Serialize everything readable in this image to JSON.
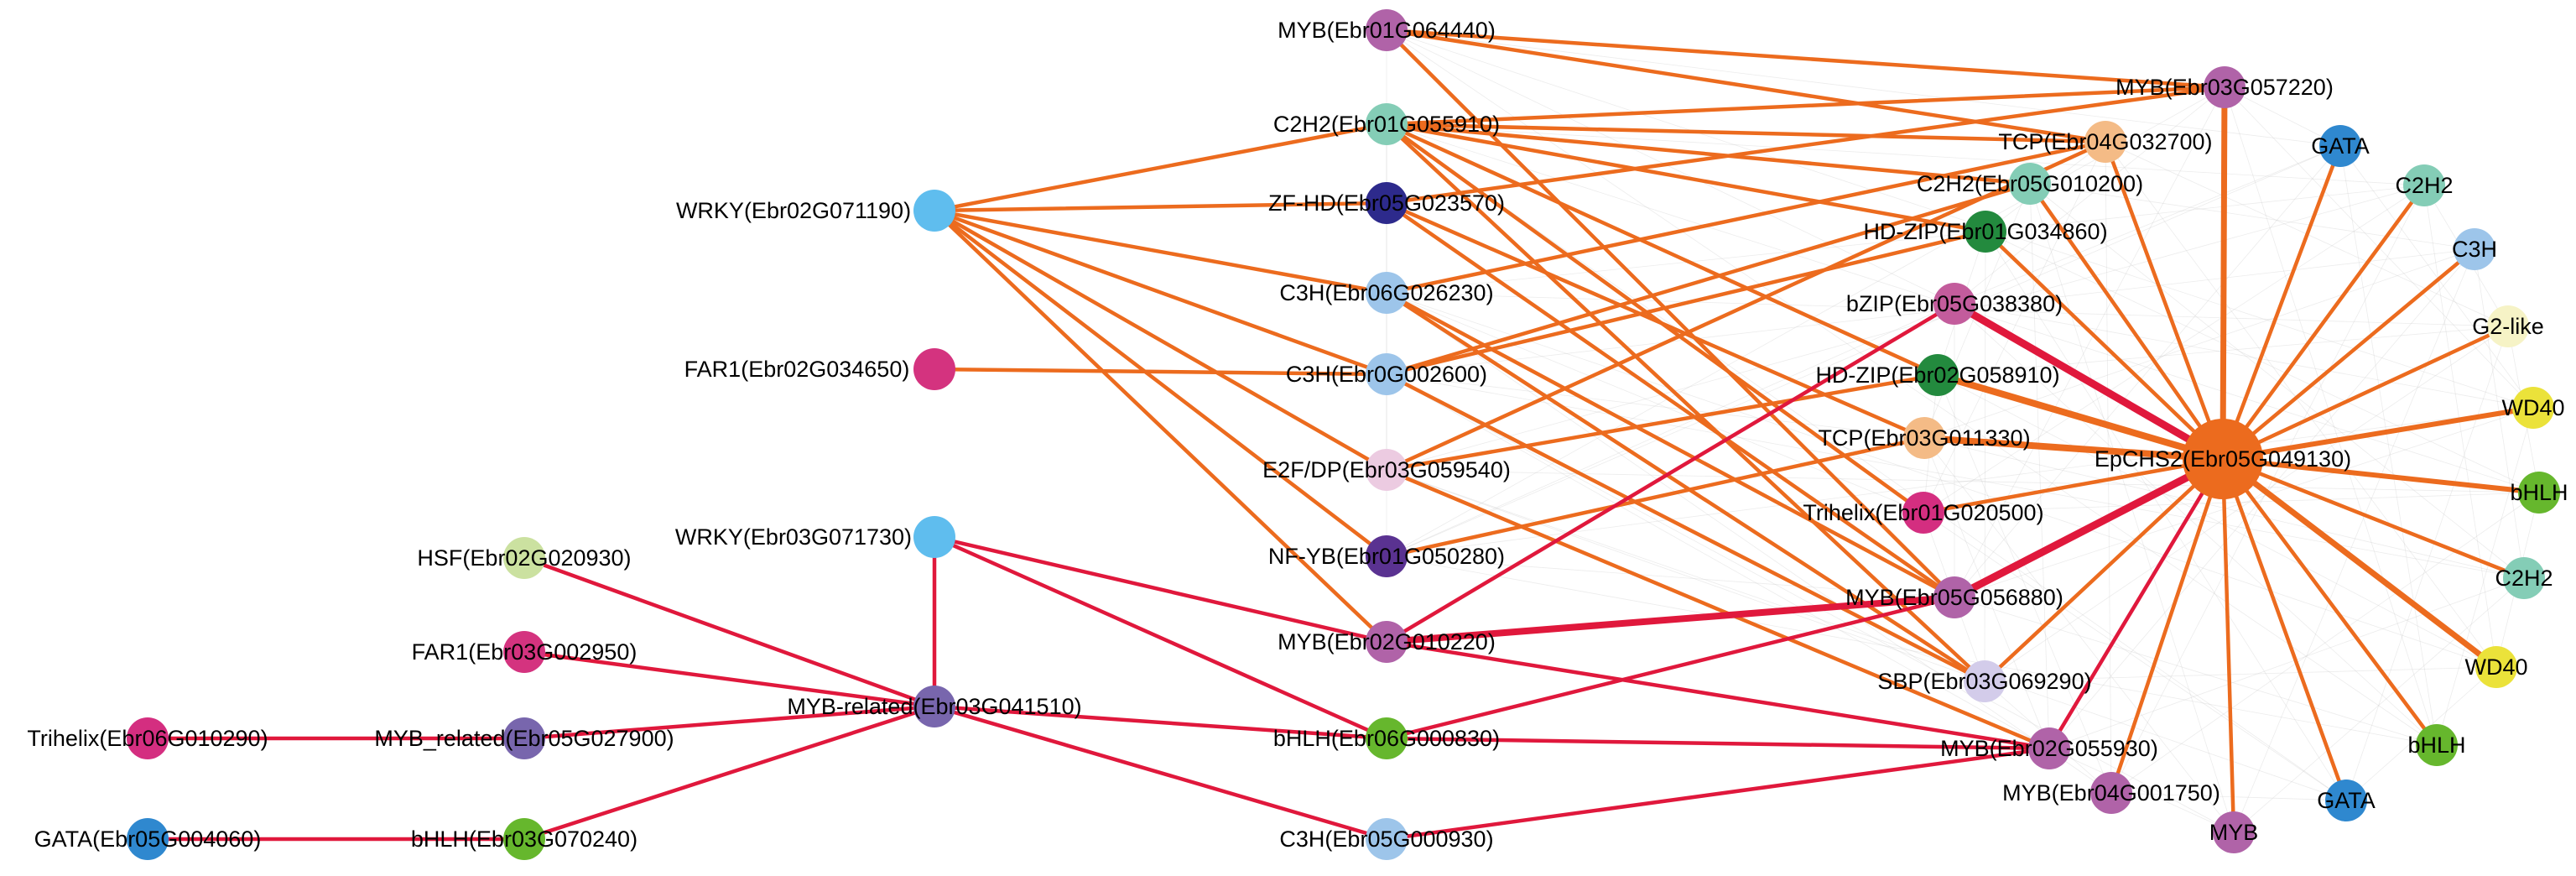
{
  "colors": {
    "edge_orange": "#ec6b1e",
    "edge_red": "#e0183c",
    "edge_faint": "#c9c9c9",
    "MYB": "#b063a8",
    "C2H2": "#84cdb6",
    "WRKY": "#5fbdee",
    "ZF-HD": "#2d2a8c",
    "C3H": "#9dc5ea",
    "FAR1": "#d4337f",
    "E2F/DP": "#eccbe1",
    "NF-YB": "#5a3291",
    "TCP": "#f4bb86",
    "GATA": "#2f88cf",
    "HD-ZIP": "#238a3e",
    "bZIP": "#c35c9c",
    "G2-like": "#f6f3c6",
    "WD40": "#ebe23a",
    "bHLH": "#66b72d",
    "EpCHS2": "#ec6b1e",
    "Trihelix": "#d42e80",
    "SBP": "#d3ccea",
    "HSF": "#cbe1a0",
    "MYB_related": "#7866ad",
    "MYB-related": "#7866ad"
  },
  "nodes": [
    {
      "id": "myb064440",
      "label": "MYB(Ebr01G064440)",
      "family": "MYB"
    },
    {
      "id": "c2h2055910",
      "label": "C2H2(Ebr01G055910)",
      "family": "C2H2"
    },
    {
      "id": "wrky071190",
      "label": "WRKY(Ebr02G071190)",
      "family": "WRKY"
    },
    {
      "id": "zfhd023570",
      "label": "ZF-HD(Ebr05G023570)",
      "family": "ZF-HD"
    },
    {
      "id": "c3h026230",
      "label": "C3H(Ebr06G026230)",
      "family": "C3H"
    },
    {
      "id": "far1034650",
      "label": "FAR1(Ebr02G034650)",
      "family": "FAR1"
    },
    {
      "id": "c3h002600",
      "label": "C3H(Ebr0G002600)",
      "family": "C3H"
    },
    {
      "id": "e2f059540",
      "label": "E2F/DP(Ebr03G059540)",
      "family": "E2F/DP"
    },
    {
      "id": "wrky071730",
      "label": "WRKY(Ebr03G071730)",
      "family": "WRKY"
    },
    {
      "id": "nfyb050280",
      "label": "NF-YB(Ebr01G050280)",
      "family": "NF-YB"
    },
    {
      "id": "myb010220",
      "label": "MYB(Ebr02G010220)",
      "family": "MYB"
    },
    {
      "id": "bhlh000830",
      "label": "bHLH(Ebr06G000830)",
      "family": "bHLH"
    },
    {
      "id": "c3h000930",
      "label": "C3H(Ebr05G000930)",
      "family": "C3H"
    },
    {
      "id": "hsf020930",
      "label": "HSF(Ebr02G020930)",
      "family": "HSF"
    },
    {
      "id": "far1002950",
      "label": "FAR1(Ebr03G002950)",
      "family": "FAR1"
    },
    {
      "id": "tri010290",
      "label": "Trihelix(Ebr06G010290)",
      "family": "Trihelix"
    },
    {
      "id": "mybrel027900",
      "label": "MYB_related(Ebr05G027900)",
      "family": "MYB_related"
    },
    {
      "id": "gata004060",
      "label": "GATA(Ebr05G004060)",
      "family": "GATA"
    },
    {
      "id": "bhlh070240",
      "label": "bHLH(Ebr03G070240)",
      "family": "bHLH"
    },
    {
      "id": "mybrel041510",
      "label": "MYB-related(Ebr03G041510)",
      "family": "MYB-related"
    },
    {
      "id": "myb057220",
      "label": "MYB(Ebr03G057220)",
      "family": "MYB"
    },
    {
      "id": "tcp032700",
      "label": "TCP(Ebr04G032700)",
      "family": "TCP"
    },
    {
      "id": "c2h2010200",
      "label": "C2H2(Ebr05G010200)",
      "family": "C2H2"
    },
    {
      "id": "hdzip034860",
      "label": "HD-ZIP(Ebr01G034860)",
      "family": "HD-ZIP"
    },
    {
      "id": "bzip038380",
      "label": "bZIP(Ebr05G038380)",
      "family": "bZIP"
    },
    {
      "id": "hdzip058910",
      "label": "HD-ZIP(Ebr02G058910)",
      "family": "HD-ZIP"
    },
    {
      "id": "tcp011330",
      "label": "TCP(Ebr03G011330)",
      "family": "TCP"
    },
    {
      "id": "tri020500",
      "label": "Trihelix(Ebr01G020500)",
      "family": "Trihelix"
    },
    {
      "id": "myb056880",
      "label": "MYB(Ebr05G056880)",
      "family": "MYB"
    },
    {
      "id": "sbp069290",
      "label": "SBP(Ebr03G069290)",
      "family": "SBP"
    },
    {
      "id": "myb055930",
      "label": "MYB(Ebr02G055930)",
      "family": "MYB"
    },
    {
      "id": "myb001750",
      "label": "MYB(Ebr04G001750)",
      "family": "MYB"
    },
    {
      "id": "epchs2",
      "label": "EpCHS2(Ebr05G049130)",
      "family": "EpCHS2"
    },
    {
      "id": "r_gata1",
      "label": "GATA",
      "family": "GATA"
    },
    {
      "id": "r_c2h2a",
      "label": "C2H2",
      "family": "C2H2"
    },
    {
      "id": "r_c3h",
      "label": "C3H",
      "family": "C3H"
    },
    {
      "id": "r_g2like",
      "label": "G2-like",
      "family": "G2-like"
    },
    {
      "id": "r_wd40a",
      "label": "WD40",
      "family": "WD40"
    },
    {
      "id": "r_bhlha",
      "label": "bHLH",
      "family": "bHLH"
    },
    {
      "id": "r_c2h2b",
      "label": "C2H2",
      "family": "C2H2"
    },
    {
      "id": "r_wd40b",
      "label": "WD40",
      "family": "WD40"
    },
    {
      "id": "r_bhlhb",
      "label": "bHLH",
      "family": "bHLH"
    },
    {
      "id": "r_gata2",
      "label": "GATA",
      "family": "GATA"
    },
    {
      "id": "r_myb",
      "label": "MYB",
      "family": "MYB"
    }
  ],
  "edges": [
    {
      "from": "myb064440",
      "to": "myb057220",
      "type": "orange"
    },
    {
      "from": "myb064440",
      "to": "tcp032700",
      "type": "orange"
    },
    {
      "from": "myb064440",
      "to": "myb056880",
      "type": "orange"
    },
    {
      "from": "c2h2055910",
      "to": "wrky071190",
      "type": "orange"
    },
    {
      "from": "c2h2055910",
      "to": "myb057220",
      "type": "orange"
    },
    {
      "from": "c2h2055910",
      "to": "tcp032700",
      "type": "orange"
    },
    {
      "from": "c2h2055910",
      "to": "c2h2010200",
      "type": "orange"
    },
    {
      "from": "c2h2055910",
      "to": "hdzip034860",
      "type": "orange"
    },
    {
      "from": "c2h2055910",
      "to": "hdzip058910",
      "type": "orange"
    },
    {
      "from": "c2h2055910",
      "to": "tri020500",
      "type": "orange"
    },
    {
      "from": "c2h2055910",
      "to": "sbp069290",
      "type": "orange"
    },
    {
      "from": "wrky071190",
      "to": "zfhd023570",
      "type": "orange"
    },
    {
      "from": "wrky071190",
      "to": "c3h026230",
      "type": "orange"
    },
    {
      "from": "wrky071190",
      "to": "c3h002600",
      "type": "orange"
    },
    {
      "from": "wrky071190",
      "to": "e2f059540",
      "type": "orange"
    },
    {
      "from": "wrky071190",
      "to": "nfyb050280",
      "type": "orange"
    },
    {
      "from": "wrky071190",
      "to": "myb010220",
      "type": "orange"
    },
    {
      "from": "zfhd023570",
      "to": "myb057220",
      "type": "orange"
    },
    {
      "from": "zfhd023570",
      "to": "tcp011330",
      "type": "orange"
    },
    {
      "from": "zfhd023570",
      "to": "myb056880",
      "type": "orange"
    },
    {
      "from": "c3h026230",
      "to": "tcp032700",
      "type": "orange"
    },
    {
      "from": "c3h026230",
      "to": "sbp069290",
      "type": "orange"
    },
    {
      "from": "c3h026230",
      "to": "myb056880",
      "type": "orange"
    },
    {
      "from": "far1034650",
      "to": "c3h002600",
      "type": "orange"
    },
    {
      "from": "c3h002600",
      "to": "c2h2010200",
      "type": "orange"
    },
    {
      "from": "c3h002600",
      "to": "hdzip034860",
      "type": "orange"
    },
    {
      "from": "c3h002600",
      "to": "sbp069290",
      "type": "orange"
    },
    {
      "from": "e2f059540",
      "to": "tcp032700",
      "type": "orange"
    },
    {
      "from": "e2f059540",
      "to": "hdzip058910",
      "type": "orange"
    },
    {
      "from": "e2f059540",
      "to": "myb055930",
      "type": "orange"
    },
    {
      "from": "nfyb050280",
      "to": "tcp011330",
      "type": "orange"
    },
    {
      "from": "myb057220",
      "to": "epchs2",
      "type": "orange"
    },
    {
      "from": "tcp032700",
      "to": "epchs2",
      "type": "orange"
    },
    {
      "from": "c2h2010200",
      "to": "epchs2",
      "type": "orange"
    },
    {
      "from": "hdzip034860",
      "to": "epchs2",
      "type": "orange"
    },
    {
      "from": "hdzip058910",
      "to": "epchs2",
      "type": "orange"
    },
    {
      "from": "tcp011330",
      "to": "epchs2",
      "type": "orange"
    },
    {
      "from": "tri020500",
      "to": "epchs2",
      "type": "orange"
    },
    {
      "from": "sbp069290",
      "to": "epchs2",
      "type": "orange"
    },
    {
      "from": "myb001750",
      "to": "epchs2",
      "type": "orange"
    },
    {
      "from": "r_gata1",
      "to": "epchs2",
      "type": "orange"
    },
    {
      "from": "r_c2h2a",
      "to": "epchs2",
      "type": "orange"
    },
    {
      "from": "r_c3h",
      "to": "epchs2",
      "type": "orange"
    },
    {
      "from": "r_g2like",
      "to": "epchs2",
      "type": "orange"
    },
    {
      "from": "r_wd40a",
      "to": "epchs2",
      "type": "orange"
    },
    {
      "from": "r_bhlha",
      "to": "epchs2",
      "type": "orange"
    },
    {
      "from": "r_c2h2b",
      "to": "epchs2",
      "type": "orange"
    },
    {
      "from": "r_wd40b",
      "to": "epchs2",
      "type": "orange"
    },
    {
      "from": "r_bhlhb",
      "to": "epchs2",
      "type": "orange"
    },
    {
      "from": "r_gata2",
      "to": "epchs2",
      "type": "orange"
    },
    {
      "from": "r_myb",
      "to": "epchs2",
      "type": "orange"
    },
    {
      "from": "bzip038380",
      "to": "epchs2",
      "type": "red"
    },
    {
      "from": "myb056880",
      "to": "epchs2",
      "type": "red"
    },
    {
      "from": "myb055930",
      "to": "epchs2",
      "type": "red"
    },
    {
      "from": "bzip038380",
      "to": "myb010220",
      "type": "red"
    },
    {
      "from": "myb010220",
      "to": "myb056880",
      "type": "red"
    },
    {
      "from": "wrky071730",
      "to": "myb010220",
      "type": "red"
    },
    {
      "from": "wrky071730",
      "to": "bhlh000830",
      "type": "red"
    },
    {
      "from": "wrky071730",
      "to": "mybrel041510",
      "type": "red"
    },
    {
      "from": "hsf020930",
      "to": "mybrel041510",
      "type": "red"
    },
    {
      "from": "far1002950",
      "to": "mybrel041510",
      "type": "red"
    },
    {
      "from": "tri010290",
      "to": "mybrel027900",
      "type": "red"
    },
    {
      "from": "mybrel027900",
      "to": "mybrel041510",
      "type": "red"
    },
    {
      "from": "gata004060",
      "to": "bhlh070240",
      "type": "red"
    },
    {
      "from": "bhlh070240",
      "to": "mybrel041510",
      "type": "red"
    },
    {
      "from": "mybrel041510",
      "to": "bhlh000830",
      "type": "red"
    },
    {
      "from": "mybrel041510",
      "to": "c3h000930",
      "type": "red"
    },
    {
      "from": "bhlh000830",
      "to": "myb055930",
      "type": "red"
    },
    {
      "from": "bhlh000830",
      "to": "myb056880",
      "type": "red"
    },
    {
      "from": "myb010220",
      "to": "myb055930",
      "type": "red"
    },
    {
      "from": "c3h000930",
      "to": "myb055930",
      "type": "red"
    }
  ]
}
